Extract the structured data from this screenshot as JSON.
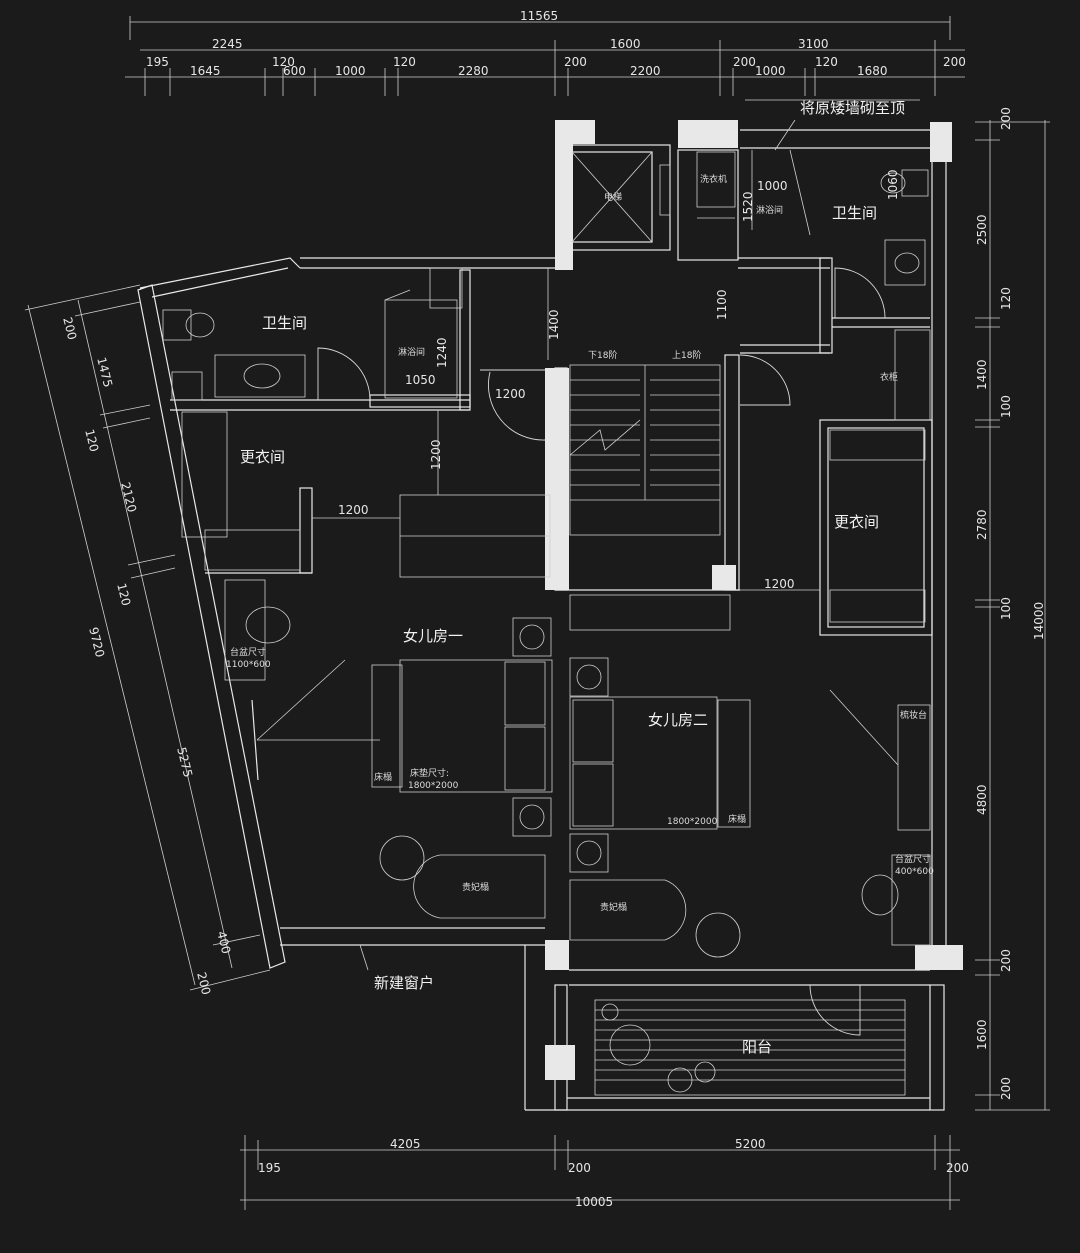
{
  "dimensions": {
    "top_overall": "11565",
    "top_row1": [
      "2245",
      "1600",
      "3100"
    ],
    "top_row2": [
      "195",
      "1645",
      "120",
      "600",
      "1000",
      "120",
      "2280",
      "200",
      "2200",
      "200",
      "1000",
      "120",
      "1680",
      "200"
    ],
    "right_side": [
      "200",
      "2500",
      "120",
      "1400",
      "100",
      "2780",
      "100",
      "4800",
      "200",
      "1600",
      "200"
    ],
    "right_overall": "14000",
    "left_side": [
      "200",
      "1475",
      "120",
      "2120",
      "120",
      "5275",
      "400",
      "200"
    ],
    "left_overall": "9720",
    "bottom_row": [
      "195",
      "4205",
      "200",
      "5200",
      "200"
    ],
    "bottom_overall": "10005",
    "internal": [
      "1000",
      "1520",
      "1100",
      "1400",
      "1240",
      "1050",
      "1200",
      "1200",
      "1200",
      "1200",
      "1060"
    ]
  },
  "labels": {
    "note_top": "将原矮墙砌至顶",
    "bath_right": "卫生间",
    "bath_left": "卫生间",
    "shower_left": "淋浴间",
    "shower_right": "淋浴间",
    "closet_left": "更衣间",
    "closet_right": "更衣间",
    "room_one": "女儿房一",
    "room_two": "女儿房二",
    "new_window": "新建窗户",
    "balcony": "阳台",
    "stairs_down": "下18阶",
    "stairs_up": "上18阶",
    "bed_size_label": "床垫尺寸:",
    "bed_size_value": "1800*2000",
    "bed_size_two": "1800*2000",
    "bed_end_left": "床榻",
    "bed_end_right": "床榻",
    "chaise_left": "贵妃榻",
    "chaise_right": "贵妃榻",
    "vanity_left_label": "台盆尺寸",
    "vanity_left_size": "1100*600",
    "vanity_right_label": "台盆尺寸",
    "vanity_right_size": "400*600",
    "dresser": "梳妆台",
    "elevator": "电梯",
    "laundry": "洗衣机",
    "wardrobe_small": "衣柜"
  },
  "colors": {
    "background": "#1b1b1b",
    "lines": "#e8e8e8",
    "text": "#f2f2f2"
  }
}
